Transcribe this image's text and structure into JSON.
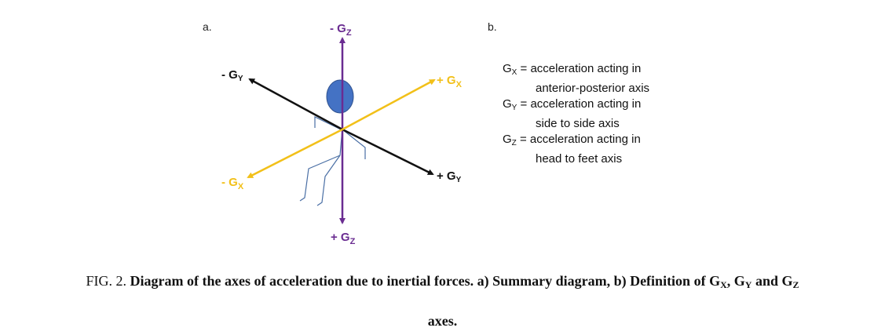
{
  "panel_a_label": "a.",
  "panel_b_label": "b.",
  "axis_labels": {
    "neg_gz": {
      "prefix": "- G",
      "sub": "Z"
    },
    "pos_gz": {
      "prefix": "+ G",
      "sub": "Z"
    },
    "neg_gy": {
      "prefix": "- G",
      "sub": "Y"
    },
    "pos_gy": {
      "prefix": "+ G",
      "sub": "Y"
    },
    "neg_gx": {
      "prefix": "- G",
      "sub": "X"
    },
    "pos_gx": {
      "prefix": "+ G",
      "sub": "X"
    }
  },
  "colors": {
    "gz_axis": "#6a2c91",
    "gy_axis": "#111111",
    "gx_axis": "#f2c019",
    "head": "#4472c4",
    "head_stroke": "#2f528f",
    "figure_lines": "#4a6fa5"
  },
  "definitions": [
    {
      "sym": "G",
      "sub": "X",
      "line1": " = acceleration acting in",
      "line2": "anterior-posterior axis"
    },
    {
      "sym": "G",
      "sub": "Y",
      "line1": " = acceleration acting in",
      "line2": "side to side axis"
    },
    {
      "sym": "G",
      "sub": "Z",
      "line1": " = acceleration acting in",
      "line2": "head to feet axis"
    }
  ],
  "caption": {
    "prefix": "FIG. 2. ",
    "bold_part1": "Diagram of the axes of acceleration due to inertial forces. a) Summary diagram, b) Definition of G",
    "sub_x": "X",
    "sep1": ", G",
    "sub_y": "Y",
    "sep2": " and G",
    "sub_z": "Z",
    "line2": "axes."
  }
}
